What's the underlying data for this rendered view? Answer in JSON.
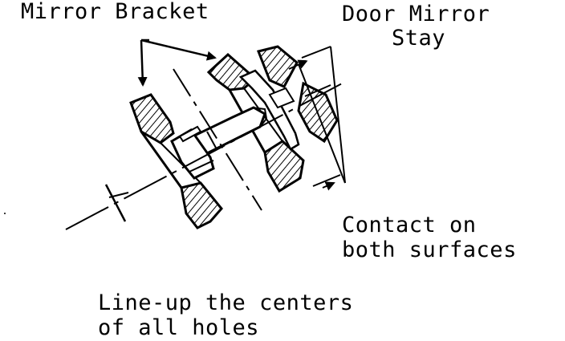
{
  "labels": {
    "mirror_bracket": "Mirror Bracket",
    "door_mirror_line1": "Door Mirror",
    "door_mirror_line2": "Stay",
    "contact_line1": "Contact on",
    "contact_line2": "both surfaces",
    "lineup_line1": "Line-up the centers",
    "lineup_line2": "of all holes"
  },
  "colors": {
    "ink": "#000000",
    "paper": "#ffffff"
  }
}
